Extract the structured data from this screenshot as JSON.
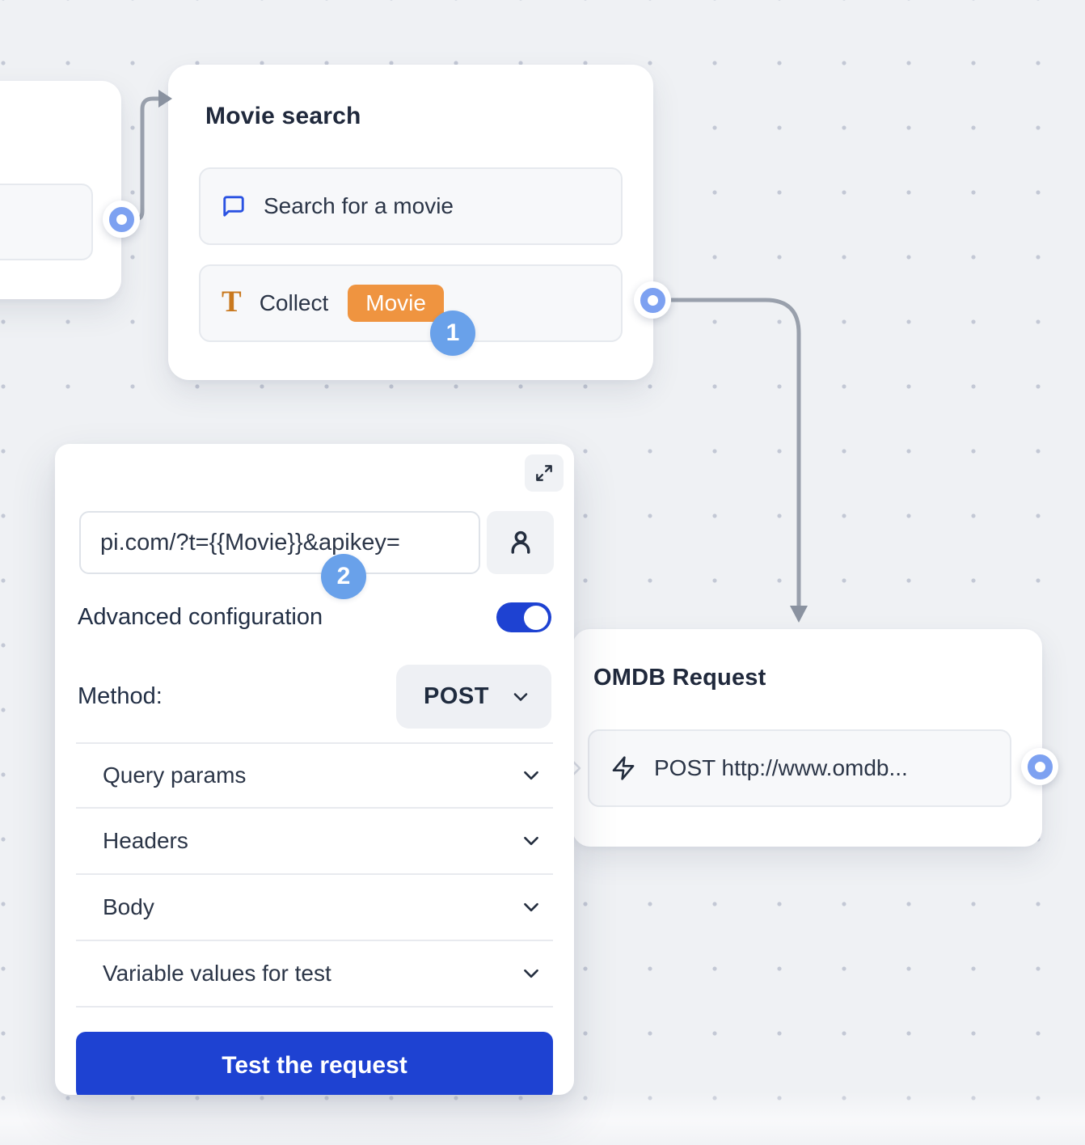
{
  "colors": {
    "canvas_background": "#eff1f4",
    "dot_grid": "#c3c8d5",
    "accent_blue": "#1e42d2",
    "step_badge_blue": "#69a1ea",
    "variable_badge_orange": "#ef9440",
    "port_blue": "#7da1f1",
    "connector_gray": "#99a0ac",
    "title_text": "#20293c"
  },
  "movie_search_node": {
    "title": "Movie search",
    "rows": [
      {
        "icon": "chat-bubble-icon",
        "label": "Search for a movie"
      },
      {
        "icon": "text-type-icon",
        "label": "Collect",
        "variable_badge": "Movie"
      }
    ],
    "step_badge": "1"
  },
  "omdb_node": {
    "title": "OMDB Request",
    "row": {
      "icon": "lightning-icon",
      "label": "POST http://www.omdb..."
    }
  },
  "webhook_editor": {
    "expand_icon": "expand-icon",
    "url_input": {
      "value": "pi.com/?t={{Movie}}&apikey="
    },
    "user_button_icon": "person-icon",
    "step_badge": "2",
    "advanced_configuration": {
      "label": "Advanced configuration",
      "enabled": true
    },
    "method": {
      "label": "Method:",
      "value": "POST"
    },
    "sections": [
      {
        "label": "Query params"
      },
      {
        "label": "Headers"
      },
      {
        "label": "Body"
      },
      {
        "label": "Variable values for test"
      }
    ],
    "test_button_label": "Test the request"
  }
}
